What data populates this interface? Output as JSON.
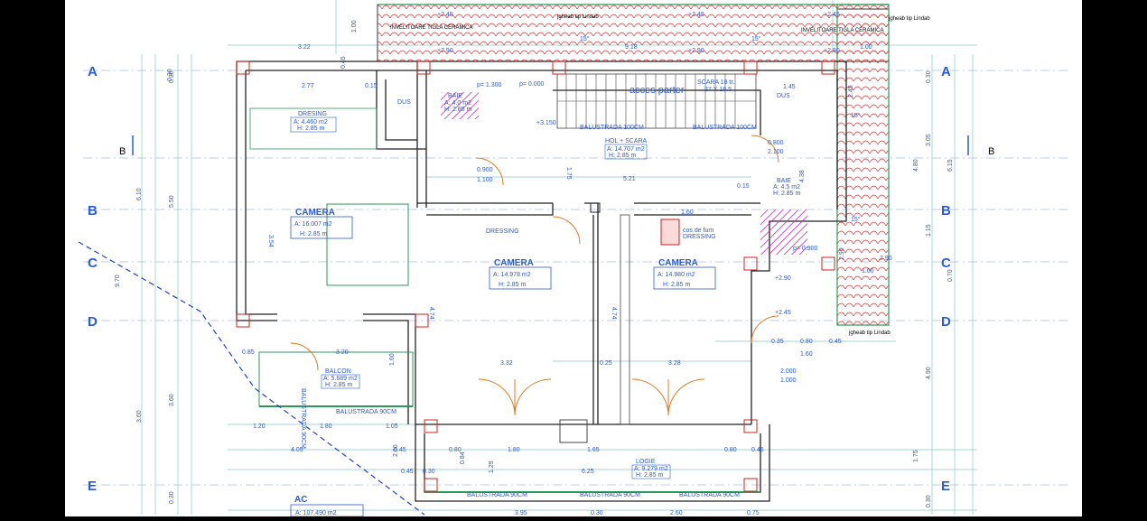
{
  "axis_letters": [
    "A",
    "B",
    "C",
    "D",
    "E"
  ],
  "section_marks": [
    "B",
    "B"
  ],
  "roof": {
    "note": "INVELITOARE TIGLA CERAMICA",
    "gutter": "jgheab tip Lindab",
    "slope": "15°",
    "levels": [
      "+2.45",
      "+2.90"
    ]
  },
  "entrance": {
    "title": "acces parter",
    "stair": "SCARA 18 tr.",
    "stair_size": "27 X 18.5",
    "level_zero": "p= 0.000",
    "level_up": "+3.150"
  },
  "railings": [
    "BALUSTRADA 100CM",
    "BALUSTRADA 90CM",
    "BALUSTRADA 90CM"
  ],
  "rooms": [
    {
      "id": "camera-1",
      "name": "CAMERA",
      "area": "A: 16.007 m2",
      "height": "H: 2.85 m"
    },
    {
      "id": "camera-2",
      "name": "CAMERA",
      "area": "A: 14.978 m2",
      "height": "H: 2.85 m"
    },
    {
      "id": "camera-3",
      "name": "CAMERA",
      "area": "A: 14.980 m2",
      "height": "H: 2.85 m"
    },
    {
      "id": "dresing",
      "name": "DRESING",
      "area": "A: 4.460 m2",
      "height": "H: 2.85 m"
    },
    {
      "id": "hol",
      "name": "HOL + SCARA",
      "area": "A: 14.707 m2",
      "height": "H: 2.85 m"
    },
    {
      "id": "baie-1",
      "name": "BAIE",
      "area": "A: 4.0 m2",
      "height": "H: 2.85 m"
    },
    {
      "id": "baie-2",
      "name": "BAIE",
      "area": "A: 4.5 m2",
      "height": "H: 2.85 m"
    },
    {
      "id": "balcon",
      "name": "BALCON",
      "area": "A: 5.689 m2",
      "height": "H: 2.85 m"
    },
    {
      "id": "logie",
      "name": "LOGIE",
      "area": "A: 9.279 m2",
      "height": "H: 2.85 m"
    }
  ],
  "small_labels": {
    "dus1": "DUS",
    "dus2": "DUS",
    "dressing": "DRESSING",
    "cos": "cos de fum",
    "dressing2": "DRESSING",
    "p900": "p= 0.900",
    "p1300": "p= 1.300"
  },
  "total": {
    "label": "AC",
    "area": "A: 107.490 m2"
  },
  "dims": {
    "top": [
      "3.22",
      "1.00",
      "2.77",
      "0.15",
      "9.18",
      "1.00",
      "0.45",
      "0.30"
    ],
    "mid": [
      "5.21",
      "1.60",
      "0.800",
      "2.100",
      "0.900",
      "1.100",
      "1.75",
      "0.15"
    ],
    "inner": [
      "3.32",
      "0.25",
      "3.28",
      "4.74",
      "4.74",
      "3.54",
      "1.60",
      "2.000",
      "1.000"
    ],
    "bottom": [
      "0.85",
      "3.20",
      "1.20",
      "1.80",
      "1.05",
      "4.05",
      "0.45",
      "0.80",
      "1.80",
      "1.65",
      "0.80",
      "0.45",
      "6.25",
      "1.29",
      "0.84",
      "0.30",
      "3.95",
      "0.30",
      "2.60",
      "0.75"
    ],
    "left": [
      "0.30",
      "6.10",
      "5.50",
      "9.70",
      "3.60",
      "3.60",
      "2.00",
      "0.30",
      "0.45"
    ],
    "right": [
      "0.30",
      "3.05",
      "4.80",
      "6.15",
      "1.15",
      "0.70",
      "4.90",
      "1.75",
      "0.30"
    ],
    "right_inner": [
      "0.35",
      "0.80",
      "0.45",
      "1.60",
      "2.90",
      "2.45",
      "1.00",
      "2.90",
      "1.45",
      "4.38"
    ]
  }
}
